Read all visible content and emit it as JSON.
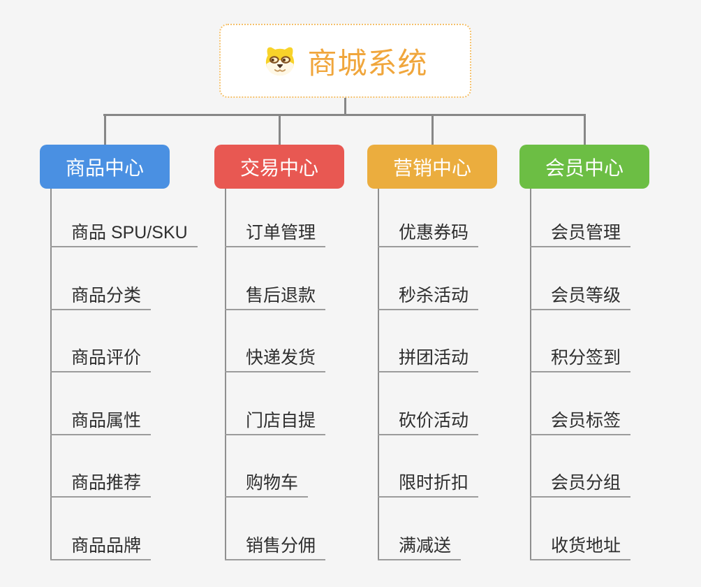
{
  "root": {
    "title": "商城系统",
    "title_color": "#f0a63c",
    "border_color": "#f4c06a",
    "icon": "shiba-dog-icon"
  },
  "connector_color": "#878787",
  "background_color": "#f5f5f5",
  "branches": [
    {
      "label": "商品中心",
      "color": "#4a90e2",
      "items": [
        "商品 SPU/SKU",
        "商品分类",
        "商品评价",
        "商品属性",
        "商品推荐",
        "商品品牌"
      ]
    },
    {
      "label": "交易中心",
      "color": "#e85852",
      "items": [
        "订单管理",
        "售后退款",
        "快递发货",
        "门店自提",
        "购物车",
        "销售分佣"
      ]
    },
    {
      "label": "营销中心",
      "color": "#ebad3e",
      "items": [
        "优惠券码",
        "秒杀活动",
        "拼团活动",
        "砍价活动",
        "限时折扣",
        "满减送"
      ]
    },
    {
      "label": "会员中心",
      "color": "#6cbe44",
      "items": [
        "会员管理",
        "会员等级",
        "积分签到",
        "会员标签",
        "会员分组",
        "收货地址"
      ]
    }
  ]
}
